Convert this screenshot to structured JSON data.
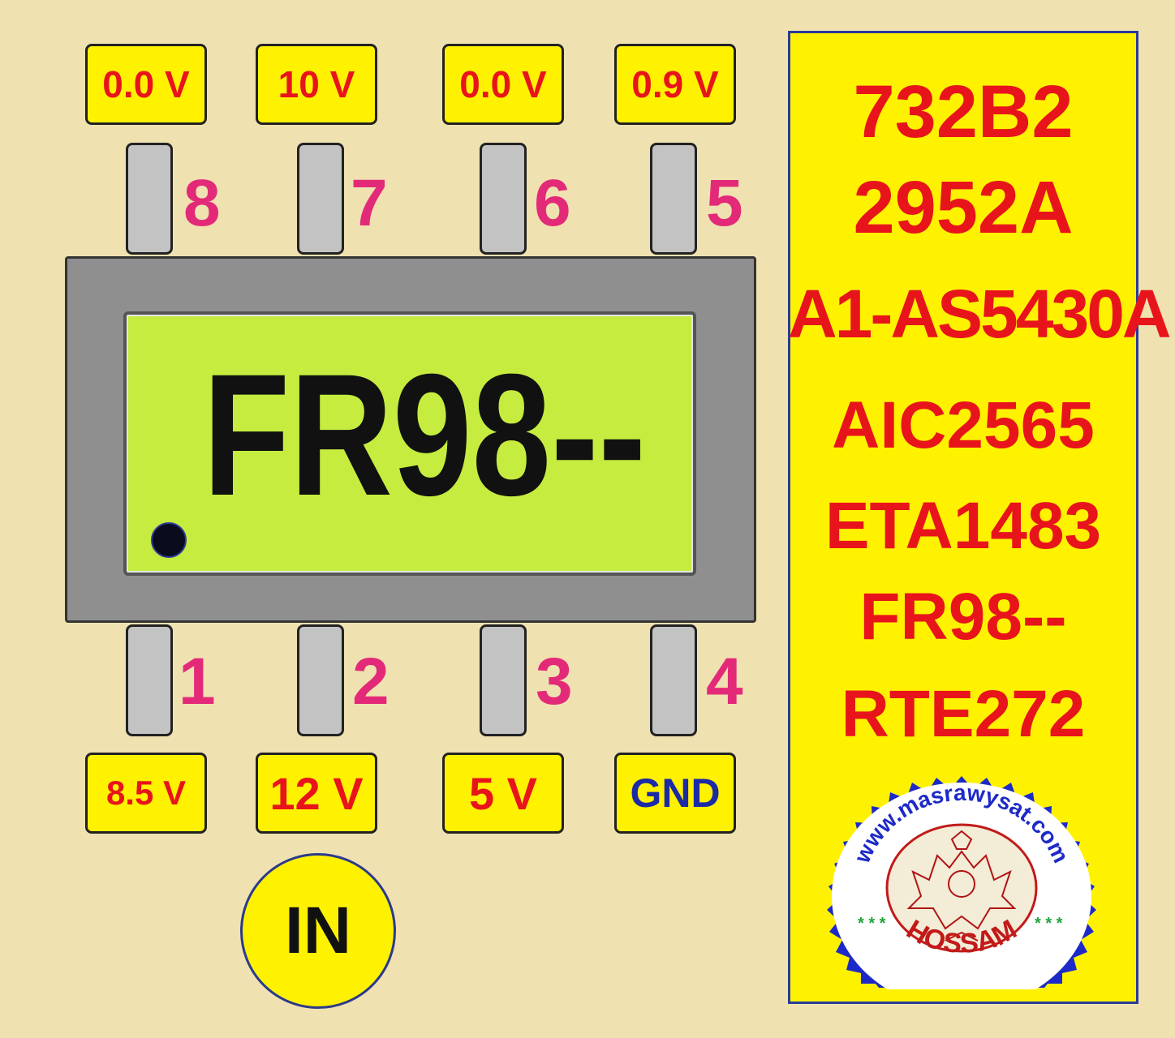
{
  "top_voltages": [
    "0.0 V",
    "10 V",
    "0.0 V",
    "0.9 V"
  ],
  "bottom_voltages": [
    "8.5 V",
    "12 V",
    "5 V",
    "GND"
  ],
  "top_pins": [
    "8",
    "7",
    "6",
    "5"
  ],
  "bottom_pins": [
    "1",
    "2",
    "3",
    "4"
  ],
  "chip": {
    "marking": "FR98--"
  },
  "input_label": "IN",
  "part_numbers": [
    "732B2",
    "2952A",
    "A1-AS5430A",
    "AIC2565",
    "ETA1483",
    "FR98--",
    "RTE272"
  ],
  "seal": {
    "url_text": "www.masrawysat.com",
    "name_text": "HOSSAM",
    "stars": "* * *"
  },
  "colors": {
    "background": "#f0e1b1",
    "label_fill": "#fff200",
    "voltage_text": "#e8141b",
    "gnd_text": "#1c2aa6",
    "pin_number": "#e32a78",
    "chip_body": "#8f8f8f",
    "chip_face": "#c5ec3f"
  }
}
